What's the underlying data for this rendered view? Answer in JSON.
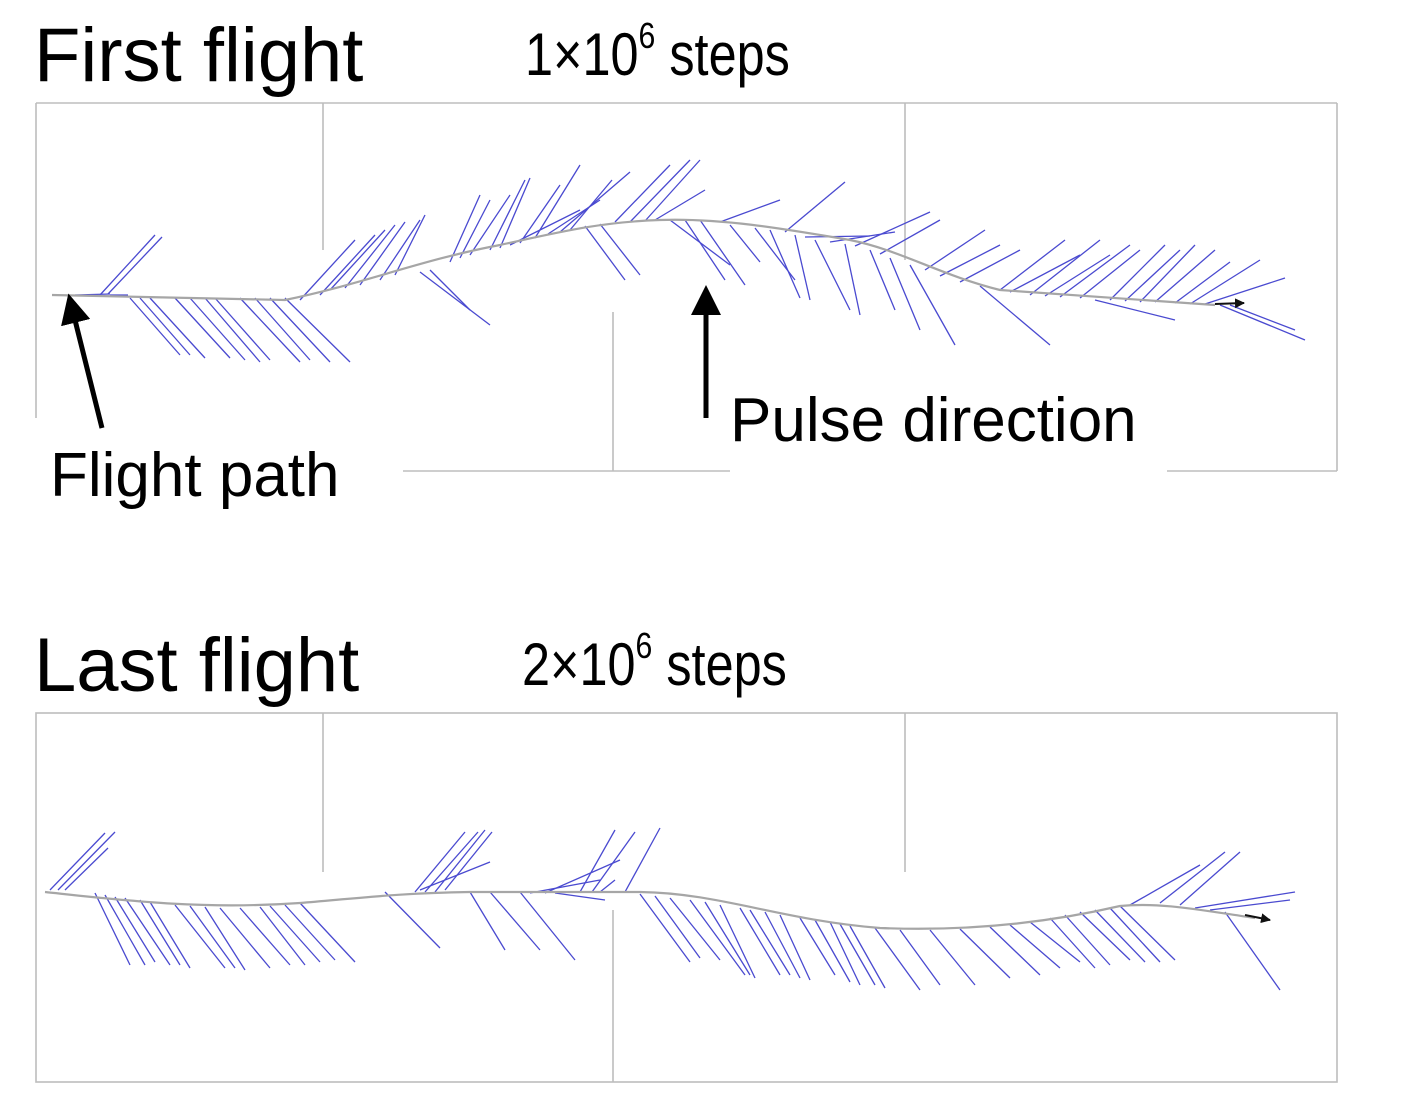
{
  "panels": [
    {
      "title": "First flight",
      "steps_base": "1×10",
      "steps_exp": "6",
      "steps_word": "steps"
    },
    {
      "title": "Last flight",
      "steps_base": "2×10",
      "steps_exp": "6",
      "steps_word": "steps"
    }
  ],
  "annotations": {
    "flight_path": "Flight path",
    "pulse_direction": "Pulse direction"
  },
  "colors": {
    "pulse_lines": "#4a4ad0",
    "flight_path": "#a6a6a6",
    "frame": "#bdbdbd",
    "annotation_arrow": "#000000"
  }
}
